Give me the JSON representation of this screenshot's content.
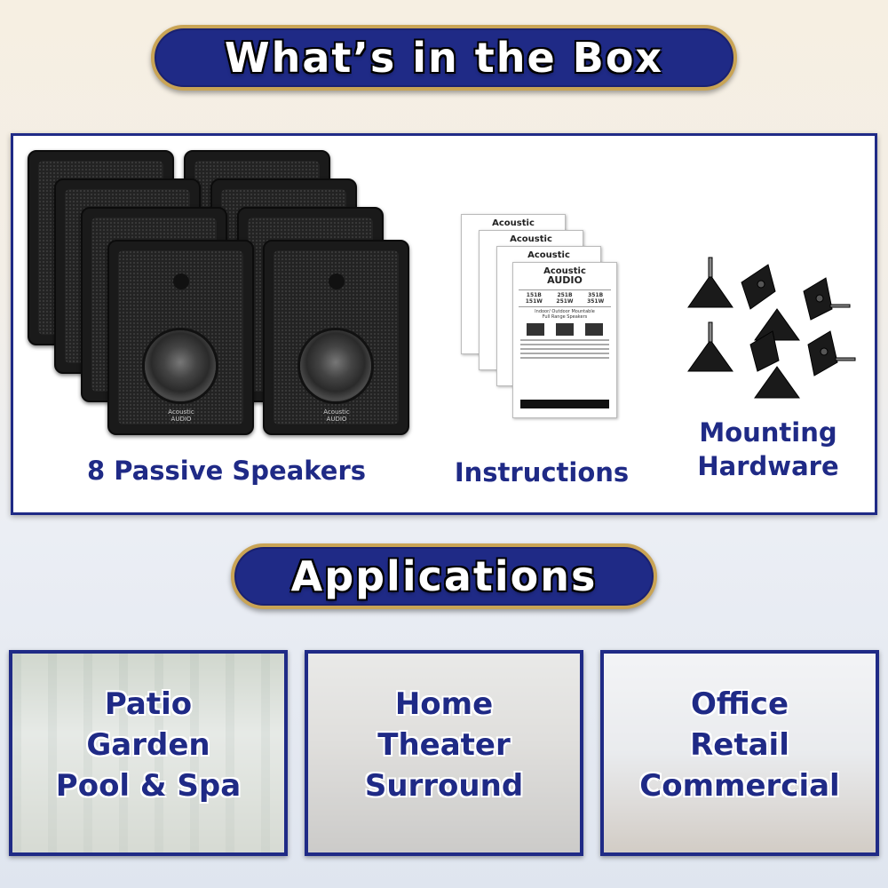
{
  "sections": {
    "box_title": "What’s in the Box",
    "apps_title": "Applications"
  },
  "box": {
    "speakers_caption": "8 Passive Speakers",
    "instructions_caption": "Instructions",
    "mounting_line1": "Mounting",
    "mounting_line2": "Hardware",
    "speaker_logo": "Acoustic AUDIO",
    "manual": {
      "brand_short": "Acoustic",
      "brand_line1": "Acoustic",
      "brand_line2": "AUDIO",
      "models": [
        "151B",
        "251B",
        "351B",
        "151W",
        "251W",
        "351W"
      ],
      "subtitle_line1": "Indoor/ Outdoor Mountable",
      "subtitle_line2": "Full Range Speakers"
    }
  },
  "applications": [
    {
      "line1": "Patio",
      "line2": "Garden",
      "line3": "Pool & Spa"
    },
    {
      "line1": "Home",
      "line2": "Theater",
      "line3": "Surround"
    },
    {
      "line1": "Office",
      "line2": "Retail",
      "line3": "Commercial"
    }
  ],
  "colors": {
    "navy": "#1f2a86",
    "gold": "#c9a455",
    "white": "#ffffff"
  },
  "icons": [
    "speaker-icon",
    "manual-icon",
    "mounting-bracket-icon"
  ]
}
